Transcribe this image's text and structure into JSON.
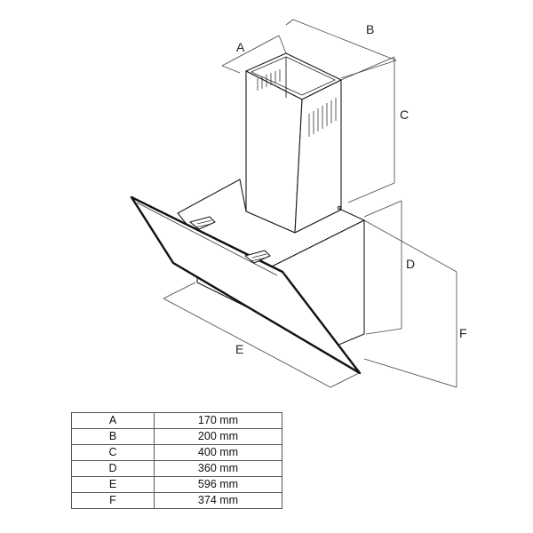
{
  "dimension_labels": {
    "A": "A",
    "B": "B",
    "C": "C",
    "D": "D",
    "E": "E",
    "F": "F"
  },
  "dimensions_table": [
    {
      "key": "A",
      "value": "170 mm"
    },
    {
      "key": "B",
      "value": "200 mm"
    },
    {
      "key": "C",
      "value": "400 mm"
    },
    {
      "key": "D",
      "value": "360 mm"
    },
    {
      "key": "E",
      "value": "596 mm"
    },
    {
      "key": "F",
      "value": "374 mm"
    }
  ]
}
